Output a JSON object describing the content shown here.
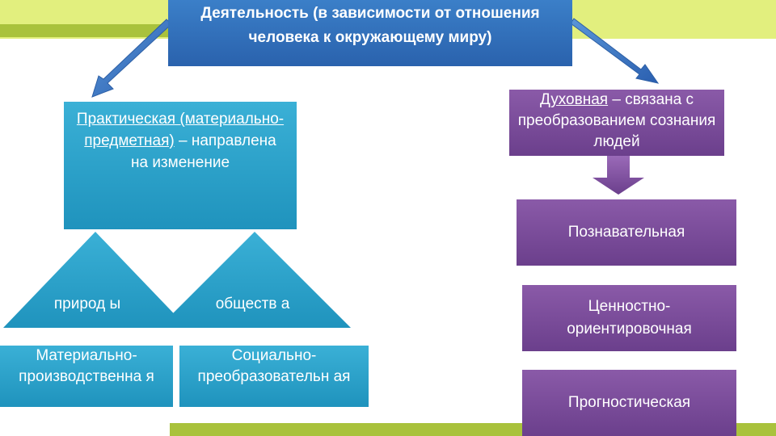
{
  "top_box": {
    "text": "Деятельность (в зависимости от отношения человека  к окружающему миру)"
  },
  "practical": {
    "link": "Практическая (материально-предметная)",
    "rest": " – направлена на изменение"
  },
  "triangles": {
    "left": "природ ы",
    "right": "обществ а"
  },
  "bottom_left": {
    "material": "Материально-производственна я",
    "social": "Социально-преобразовательн ая"
  },
  "spiritual": {
    "link": "Духовная",
    "rest": " – связана с преобразованием сознания людей"
  },
  "spiritual_types": [
    {
      "label": "Познавательная"
    },
    {
      "label": "Ценностно-ориентировочная"
    },
    {
      "label": "Прогностическая"
    }
  ],
  "colors": {
    "accent_green": "#a9c23c",
    "accent_light": "#e2ef7e",
    "blue": "#2aa3cb",
    "dark_blue": "#2a67b0",
    "purple": "#774a97"
  }
}
